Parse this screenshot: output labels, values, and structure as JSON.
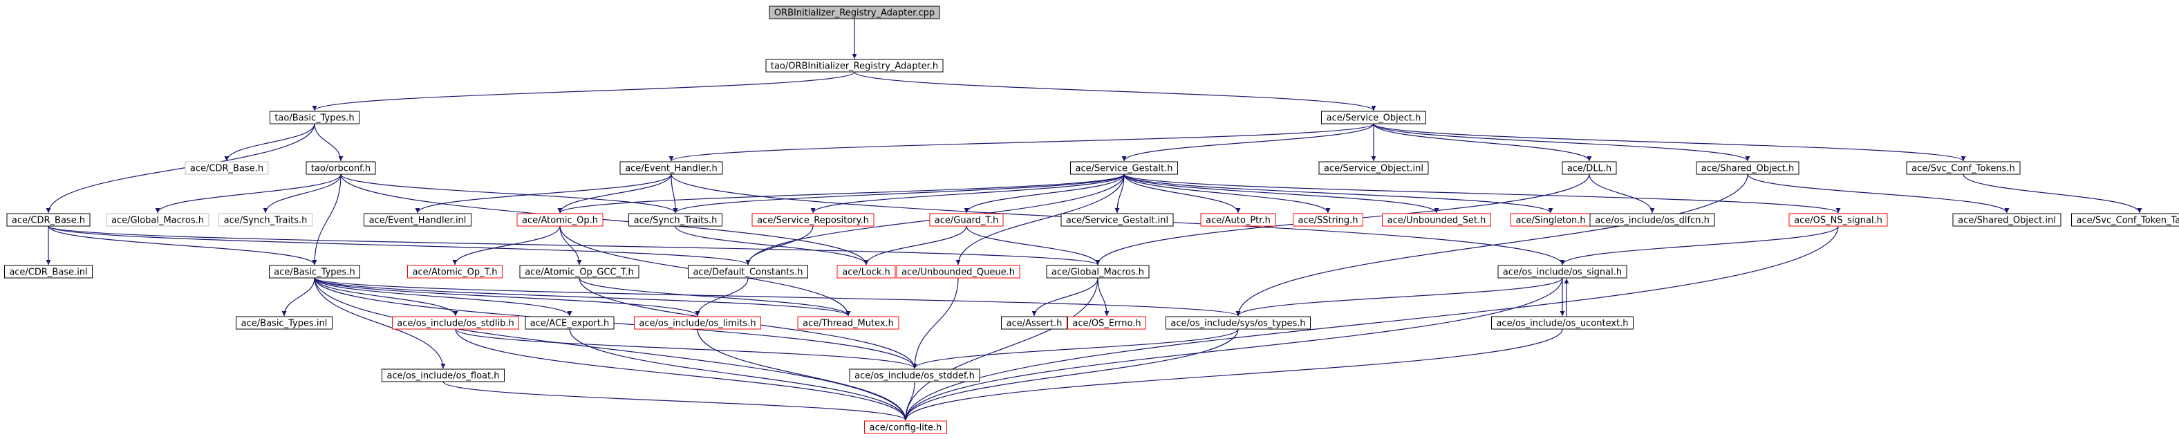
{
  "nodes": [
    {
      "id": "root",
      "label": "ORBInitializer_Registry_Adapter.cpp",
      "style": "root"
    },
    {
      "id": "adapter_h",
      "label": "tao/ORBInitializer_Registry_Adapter.h",
      "style": "normal"
    },
    {
      "id": "tao_basic_types",
      "label": "tao/Basic_Types.h",
      "style": "normal"
    },
    {
      "id": "service_object",
      "label": "ace/Service_Object.h",
      "style": "normal"
    },
    {
      "id": "cdr_base_gray",
      "label": "ace/CDR_Base.h",
      "style": "gray"
    },
    {
      "id": "orbconf",
      "label": "tao/orbconf.h",
      "style": "normal"
    },
    {
      "id": "event_handler",
      "label": "ace/Event_Handler.h",
      "style": "normal"
    },
    {
      "id": "service_gestalt",
      "label": "ace/Service_Gestalt.h",
      "style": "normal"
    },
    {
      "id": "service_object_inl",
      "label": "ace/Service_Object.inl",
      "style": "normal"
    },
    {
      "id": "dll",
      "label": "ace/DLL.h",
      "style": "normal"
    },
    {
      "id": "shared_object",
      "label": "ace/Shared_Object.h",
      "style": "normal"
    },
    {
      "id": "svc_conf_tokens",
      "label": "ace/Svc_Conf_Tokens.h",
      "style": "normal"
    },
    {
      "id": "cdr_base",
      "label": "ace/CDR_Base.h",
      "style": "normal"
    },
    {
      "id": "global_macros_gray",
      "label": "ace/Global_Macros.h",
      "style": "gray"
    },
    {
      "id": "synch_traits_gray",
      "label": "ace/Synch_Traits.h",
      "style": "gray"
    },
    {
      "id": "event_handler_inl",
      "label": "ace/Event_Handler.inl",
      "style": "normal"
    },
    {
      "id": "atomic_op",
      "label": "ace/Atomic_Op.h",
      "style": "red"
    },
    {
      "id": "synch_traits",
      "label": "ace/Synch_Traits.h",
      "style": "normal"
    },
    {
      "id": "service_repository",
      "label": "ace/Service_Repository.h",
      "style": "red"
    },
    {
      "id": "guard_t",
      "label": "ace/Guard_T.h",
      "style": "red"
    },
    {
      "id": "service_gestalt_inl",
      "label": "ace/Service_Gestalt.inl",
      "style": "normal"
    },
    {
      "id": "auto_ptr",
      "label": "ace/Auto_Ptr.h",
      "style": "red"
    },
    {
      "id": "sstring",
      "label": "ace/SString.h",
      "style": "red"
    },
    {
      "id": "unbounded_set",
      "label": "ace/Unbounded_Set.h",
      "style": "red"
    },
    {
      "id": "singleton",
      "label": "ace/Singleton.h",
      "style": "red"
    },
    {
      "id": "os_dlfcn",
      "label": "ace/os_include/os_dlfcn.h",
      "style": "normal"
    },
    {
      "id": "os_ns_signal",
      "label": "ace/OS_NS_signal.h",
      "style": "red"
    },
    {
      "id": "shared_object_inl",
      "label": "ace/Shared_Object.inl",
      "style": "normal"
    },
    {
      "id": "svc_conf_token_table",
      "label": "ace/Svc_Conf_Token_Table.h",
      "style": "normal"
    },
    {
      "id": "cdr_base_inl",
      "label": "ace/CDR_Base.inl",
      "style": "normal"
    },
    {
      "id": "ace_basic_types",
      "label": "ace/Basic_Types.h",
      "style": "normal"
    },
    {
      "id": "atomic_op_t",
      "label": "ace/Atomic_Op_T.h",
      "style": "red"
    },
    {
      "id": "atomic_op_gcc",
      "label": "ace/Atomic_Op_GCC_T.h",
      "style": "normal"
    },
    {
      "id": "default_constants",
      "label": "ace/Default_Constants.h",
      "style": "normal"
    },
    {
      "id": "lock",
      "label": "ace/Lock.h",
      "style": "red"
    },
    {
      "id": "unbounded_queue",
      "label": "ace/Unbounded_Queue.h",
      "style": "red"
    },
    {
      "id": "global_macros",
      "label": "ace/Global_Macros.h",
      "style": "normal"
    },
    {
      "id": "os_signal",
      "label": "ace/os_include/os_signal.h",
      "style": "normal"
    },
    {
      "id": "basic_types_inl",
      "label": "ace/Basic_Types.inl",
      "style": "normal"
    },
    {
      "id": "os_stdlib",
      "label": "ace/os_include/os_stdlib.h",
      "style": "red"
    },
    {
      "id": "ace_export",
      "label": "ace/ACE_export.h",
      "style": "normal"
    },
    {
      "id": "os_limits",
      "label": "ace/os_include/os_limits.h",
      "style": "red"
    },
    {
      "id": "thread_mutex",
      "label": "ace/Thread_Mutex.h",
      "style": "red"
    },
    {
      "id": "assert",
      "label": "ace/Assert.h",
      "style": "normal"
    },
    {
      "id": "os_errno",
      "label": "ace/OS_Errno.h",
      "style": "red"
    },
    {
      "id": "sys_os_types",
      "label": "ace/os_include/sys/os_types.h",
      "style": "normal"
    },
    {
      "id": "os_ucontext",
      "label": "ace/os_include/os_ucontext.h",
      "style": "normal"
    },
    {
      "id": "os_float",
      "label": "ace/os_include/os_float.h",
      "style": "normal"
    },
    {
      "id": "os_stddef",
      "label": "ace/os_include/os_stddef.h",
      "style": "normal"
    },
    {
      "id": "config_lite",
      "label": "ace/config-lite.h",
      "style": "red"
    }
  ],
  "edges": [
    [
      "root",
      "adapter_h"
    ],
    [
      "adapter_h",
      "tao_basic_types"
    ],
    [
      "adapter_h",
      "service_object"
    ],
    [
      "tao_basic_types",
      "cdr_base_gray"
    ],
    [
      "tao_basic_types",
      "orbconf"
    ],
    [
      "tao_basic_types",
      "cdr_base"
    ],
    [
      "orbconf",
      "global_macros_gray"
    ],
    [
      "orbconf",
      "synch_traits_gray"
    ],
    [
      "orbconf",
      "ace_basic_types"
    ],
    [
      "orbconf",
      "synch_traits"
    ],
    [
      "orbconf",
      "lock"
    ],
    [
      "service_object",
      "event_handler"
    ],
    [
      "service_object",
      "service_gestalt"
    ],
    [
      "service_object",
      "service_object_inl"
    ],
    [
      "service_object",
      "dll"
    ],
    [
      "service_object",
      "shared_object"
    ],
    [
      "service_object",
      "svc_conf_tokens"
    ],
    [
      "svc_conf_tokens",
      "svc_conf_token_table"
    ],
    [
      "event_handler",
      "event_handler_inl"
    ],
    [
      "event_handler",
      "atomic_op"
    ],
    [
      "event_handler",
      "synch_traits"
    ],
    [
      "event_handler",
      "os_signal"
    ],
    [
      "service_gestalt",
      "atomic_op"
    ],
    [
      "service_gestalt",
      "synch_traits"
    ],
    [
      "service_gestalt",
      "service_repository"
    ],
    [
      "service_gestalt",
      "guard_t"
    ],
    [
      "service_gestalt",
      "service_gestalt_inl"
    ],
    [
      "service_gestalt",
      "auto_ptr"
    ],
    [
      "service_gestalt",
      "sstring"
    ],
    [
      "service_gestalt",
      "unbounded_set"
    ],
    [
      "service_gestalt",
      "singleton"
    ],
    [
      "service_gestalt",
      "os_ns_signal"
    ],
    [
      "service_gestalt",
      "default_constants"
    ],
    [
      "service_gestalt",
      "unbounded_queue"
    ],
    [
      "dll",
      "os_dlfcn"
    ],
    [
      "dll",
      "global_macros"
    ],
    [
      "shared_object",
      "shared_object_inl"
    ],
    [
      "shared_object",
      "sys_os_types"
    ],
    [
      "os_ns_signal",
      "os_signal"
    ],
    [
      "os_ns_signal",
      "config_lite"
    ],
    [
      "cdr_base",
      "cdr_base_inl"
    ],
    [
      "cdr_base",
      "ace_basic_types"
    ],
    [
      "cdr_base",
      "default_constants"
    ],
    [
      "cdr_base",
      "global_macros"
    ],
    [
      "atomic_op",
      "atomic_op_t"
    ],
    [
      "atomic_op",
      "atomic_op_gcc"
    ],
    [
      "atomic_op",
      "thread_mutex"
    ],
    [
      "atomic_op_gcc",
      "thread_mutex"
    ],
    [
      "atomic_op_gcc",
      "os_stddef"
    ],
    [
      "synch_traits",
      "lock"
    ],
    [
      "service_repository",
      "default_constants"
    ],
    [
      "guard_t",
      "lock"
    ],
    [
      "guard_t",
      "global_macros"
    ],
    [
      "default_constants",
      "os_limits"
    ],
    [
      "unbounded_queue",
      "os_stddef"
    ],
    [
      "global_macros",
      "assert"
    ],
    [
      "global_macros",
      "os_errno"
    ],
    [
      "global_macros",
      "config_lite"
    ],
    [
      "ace_basic_types",
      "basic_types_inl"
    ],
    [
      "ace_basic_types",
      "os_stdlib"
    ],
    [
      "ace_basic_types",
      "ace_export"
    ],
    [
      "ace_basic_types",
      "os_limits"
    ],
    [
      "ace_basic_types",
      "thread_mutex"
    ],
    [
      "ace_basic_types",
      "os_float"
    ],
    [
      "ace_basic_types",
      "sys_os_types"
    ],
    [
      "ace_basic_types",
      "os_stddef"
    ],
    [
      "ace_basic_types",
      "config_lite"
    ],
    [
      "os_stdlib",
      "os_stddef"
    ],
    [
      "os_stdlib",
      "config_lite"
    ],
    [
      "ace_export",
      "config_lite"
    ],
    [
      "os_limits",
      "config_lite"
    ],
    [
      "os_signal",
      "sys_os_types"
    ],
    [
      "os_signal",
      "os_ucontext"
    ],
    [
      "os_signal",
      "config_lite"
    ],
    [
      "os_ucontext",
      "os_signal"
    ],
    [
      "os_ucontext",
      "config_lite"
    ],
    [
      "sys_os_types",
      "os_stddef"
    ],
    [
      "sys_os_types",
      "config_lite"
    ],
    [
      "os_float",
      "config_lite"
    ],
    [
      "os_stddef",
      "config_lite"
    ]
  ]
}
